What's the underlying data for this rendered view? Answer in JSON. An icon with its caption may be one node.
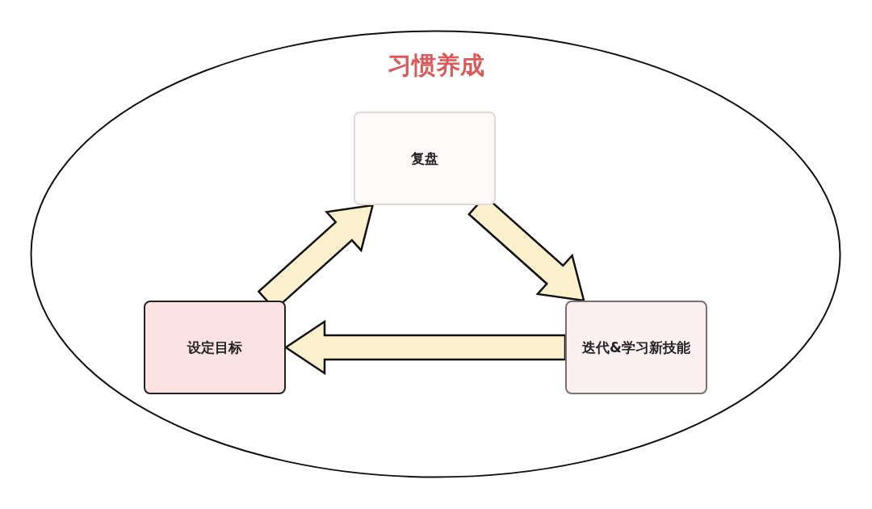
{
  "diagram": {
    "nodes": [
      {
        "text": [
          "习惯养成"
        ]
      },
      {
        "text": [
          "复盘"
        ],
        "in": 0
      },
      {
        "text": [
          "设定目标"
        ],
        "in": 0
      },
      {
        "text": [
          "迭代&学习新技能"
        ],
        "in": 0
      }
    ],
    "edges": [
      {
        "from": 2,
        "to": 1,
        "arrow": "to",
        "style": "thick"
      },
      {
        "from": 1,
        "to": 3,
        "arrow": "to",
        "style": "thick"
      },
      {
        "from": 3,
        "to": 2,
        "arrow": "to",
        "style": "thick"
      }
    ]
  }
}
